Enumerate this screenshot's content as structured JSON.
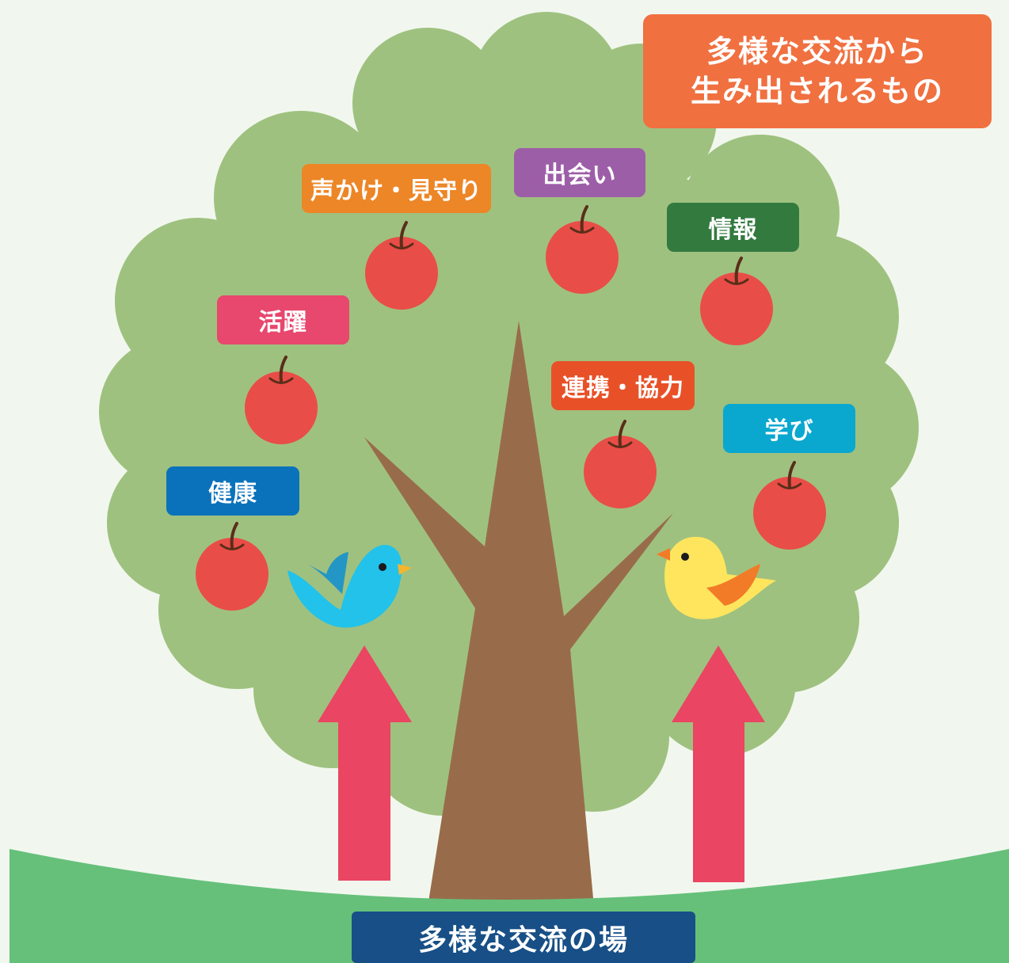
{
  "title": {
    "line1": "多様な交流から",
    "line2": "生み出されるもの"
  },
  "ground_label": "多様な交流の場",
  "fruits": [
    {
      "label": "声かけ・見守り",
      "color": "#ed8626"
    },
    {
      "label": "出会い",
      "color": "#9d5ea8"
    },
    {
      "label": "情報",
      "color": "#337a3f"
    },
    {
      "label": "活躍",
      "color": "#e8476e"
    },
    {
      "label": "連携・協力",
      "color": "#e85128"
    },
    {
      "label": "学び",
      "color": "#0aa7cf"
    },
    {
      "label": "健康",
      "color": "#0a72bb"
    }
  ],
  "colors": {
    "tree_canopy": "#9fc17f",
    "trunk": "#986c4a",
    "apple": "#e94d47",
    "arrow": "#ea4562",
    "ground": "#66c07a",
    "title_box": "#f07040",
    "ground_box": "#174f86"
  },
  "icons": [
    "blue-bird-icon",
    "yellow-bird-icon",
    "apple-icon",
    "up-arrow-icon"
  ]
}
